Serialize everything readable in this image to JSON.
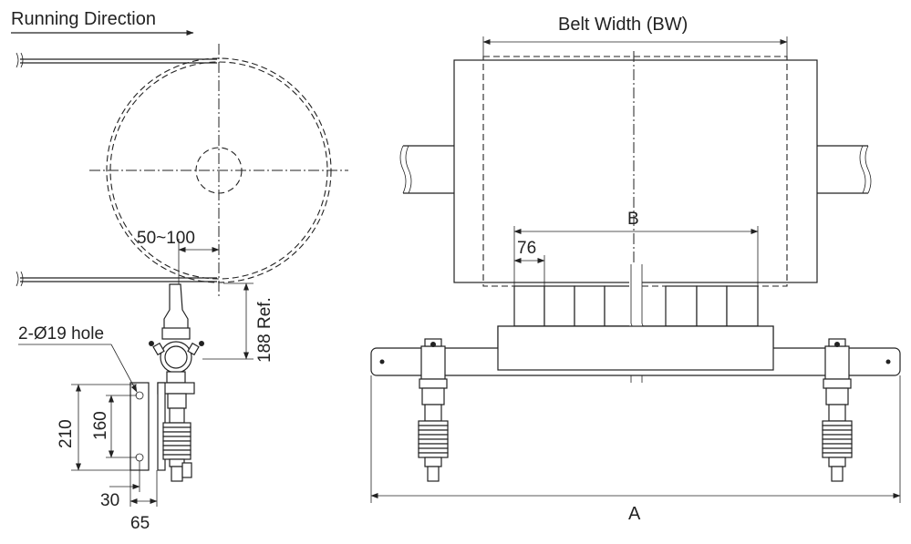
{
  "labels": {
    "running_direction": "Running Direction",
    "belt_width": "Belt Width (BW)",
    "dim_50_100": "50~100",
    "dim_188": "188 Ref.",
    "hole": "2-Ø19 hole",
    "dim_210": "210",
    "dim_160": "160",
    "dim_30": "30",
    "dim_65": "65",
    "dim_B": "B",
    "dim_76": "76",
    "dim_A": "A"
  }
}
